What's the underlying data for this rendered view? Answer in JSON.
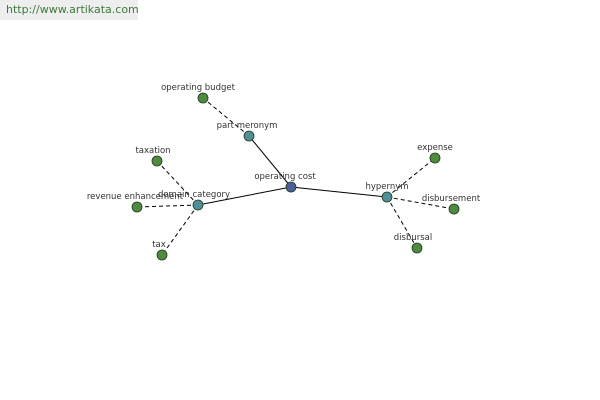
{
  "header": {
    "site_url": "http://www.artikata.com"
  },
  "graph": {
    "colors": {
      "center": "#4a5f9a",
      "relation": "#4e8f98",
      "term": "#4f8a3e",
      "outline": "#1e3a1e",
      "edge": "#000000"
    },
    "nodes": [
      {
        "id": "operating-cost",
        "label": "operating cost",
        "kind": "center"
      },
      {
        "id": "part-meronym",
        "label": "part meronym",
        "kind": "relation"
      },
      {
        "id": "domain-category",
        "label": "domain category",
        "kind": "relation"
      },
      {
        "id": "hypernym",
        "label": "hypernym",
        "kind": "relation"
      },
      {
        "id": "operating-budget",
        "label": "operating budget",
        "kind": "term"
      },
      {
        "id": "taxation",
        "label": "taxation",
        "kind": "term"
      },
      {
        "id": "revenue-enhancement",
        "label": "revenue enhancement",
        "kind": "term"
      },
      {
        "id": "tax",
        "label": "tax",
        "kind": "term"
      },
      {
        "id": "expense",
        "label": "expense",
        "kind": "term"
      },
      {
        "id": "disbursement",
        "label": "disbursement",
        "kind": "term"
      },
      {
        "id": "disbursal",
        "label": "disbursal",
        "kind": "term"
      }
    ],
    "edges": [
      {
        "from": "operating-cost",
        "to": "part-meronym",
        "style": "solid"
      },
      {
        "from": "operating-cost",
        "to": "domain-category",
        "style": "solid"
      },
      {
        "from": "operating-cost",
        "to": "hypernym",
        "style": "solid"
      },
      {
        "from": "part-meronym",
        "to": "operating-budget",
        "style": "dashed"
      },
      {
        "from": "domain-category",
        "to": "taxation",
        "style": "dashed"
      },
      {
        "from": "domain-category",
        "to": "revenue-enhancement",
        "style": "dashed"
      },
      {
        "from": "domain-category",
        "to": "tax",
        "style": "dashed"
      },
      {
        "from": "hypernym",
        "to": "expense",
        "style": "dashed"
      },
      {
        "from": "hypernym",
        "to": "disbursement",
        "style": "dashed"
      },
      {
        "from": "hypernym",
        "to": "disbursal",
        "style": "dashed"
      }
    ]
  }
}
